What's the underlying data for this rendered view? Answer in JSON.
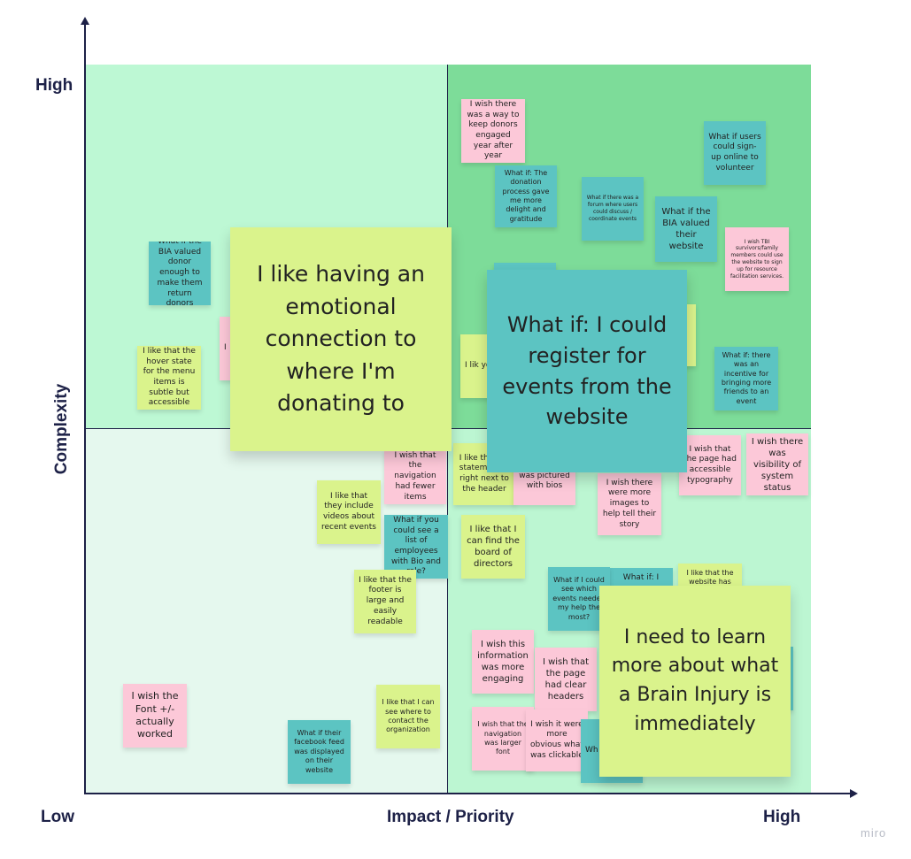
{
  "board": {
    "y_axis_label": "Complexity",
    "x_axis_label": "Impact / Priority",
    "y_high_label": "High",
    "x_low_label": "Low",
    "x_high_label": "High",
    "brand": "miro"
  },
  "colors": {
    "quadrant_top_left": "#bdf8d4",
    "quadrant_top_right": "#7ddc99",
    "quadrant_bottom_left": "#e5f8ee",
    "quadrant_bottom_right": "#bcf6d2",
    "note_pink": "#fcc8d8",
    "note_teal": "#5cc4c2",
    "note_lime": "#daf38c",
    "axis": "#1d2147"
  },
  "notes": [
    {
      "text": "I wish there was a way to keep donors engaged year after year",
      "color": "pink"
    },
    {
      "text": "What if users could sign-up online to volunteer",
      "color": "teal"
    },
    {
      "text": "What if: The donation process gave me more delight and gratitude",
      "color": "teal"
    },
    {
      "text": "What if there was a forum where users could discuss / coordinate events",
      "color": "teal"
    },
    {
      "text": "What if the BIA valued their website",
      "color": "teal"
    },
    {
      "text": "I wish TBI survivors/family members could use the website to sign up for resource facilitation services.",
      "color": "pink"
    },
    {
      "text": "What if the BIA valued donor enough to make them return donors",
      "color": "teal"
    },
    {
      "text": "I like that the hover state for the menu items is subtle but accessible",
      "color": "lime"
    },
    {
      "text": "I like having an emotional connection to where I'm donating to",
      "color": "lime"
    },
    {
      "text": "What if: I could register for events from the website",
      "color": "teal"
    },
    {
      "text": "What if: there was an incentive for bringing more friends to an event",
      "color": "teal"
    },
    {
      "text": "I wish that the page had accessible typography",
      "color": "pink"
    },
    {
      "text": "I wish there was visibility of system status",
      "color": "pink"
    },
    {
      "text": "I wish that the navigation had fewer items",
      "color": "pink"
    },
    {
      "text": "I like that they include videos about recent events",
      "color": "lime"
    },
    {
      "text": "What if you could see a list of employees with Bio and role?",
      "color": "teal"
    },
    {
      "text": "I like that I can find the board of directors",
      "color": "lime"
    },
    {
      "text": "I wish there were more images to help tell their story",
      "color": "pink"
    },
    {
      "text": "I like that the footer is large and easily readable",
      "color": "lime"
    },
    {
      "text": "I wish this information was more engaging",
      "color": "pink"
    },
    {
      "text": "I wish that the page had clear headers",
      "color": "pink"
    },
    {
      "text": "I need to learn more about what a Brain Injury is immediately",
      "color": "lime"
    },
    {
      "text": "I wish the Font +/- actually worked",
      "color": "pink"
    },
    {
      "text": "What if their facebook feed was displayed on their website",
      "color": "teal"
    },
    {
      "text": "I like that I can see where to contact the organization",
      "color": "lime"
    },
    {
      "text": "I wish that the navigation was larger font",
      "color": "pink"
    },
    {
      "text": "I wish it were more obvious what was clickable",
      "color": "pink"
    },
    {
      "text": "What if I could see which events needed my help the most?",
      "color": "teal"
    }
  ],
  "partial_notes": [
    {
      "text": "I",
      "color": "pink"
    },
    {
      "text": "I lik yo do o",
      "color": "lime"
    },
    {
      "text": "I like th miss statement is right next to the header",
      "color": "lime"
    },
    {
      "text": "directors was pictured with bios",
      "color": "pink"
    },
    {
      "text": "What if: I",
      "color": "teal"
    },
    {
      "text": "I like that the website has the",
      "color": "lime"
    },
    {
      "text": "Wh cou for",
      "color": "teal"
    }
  ]
}
